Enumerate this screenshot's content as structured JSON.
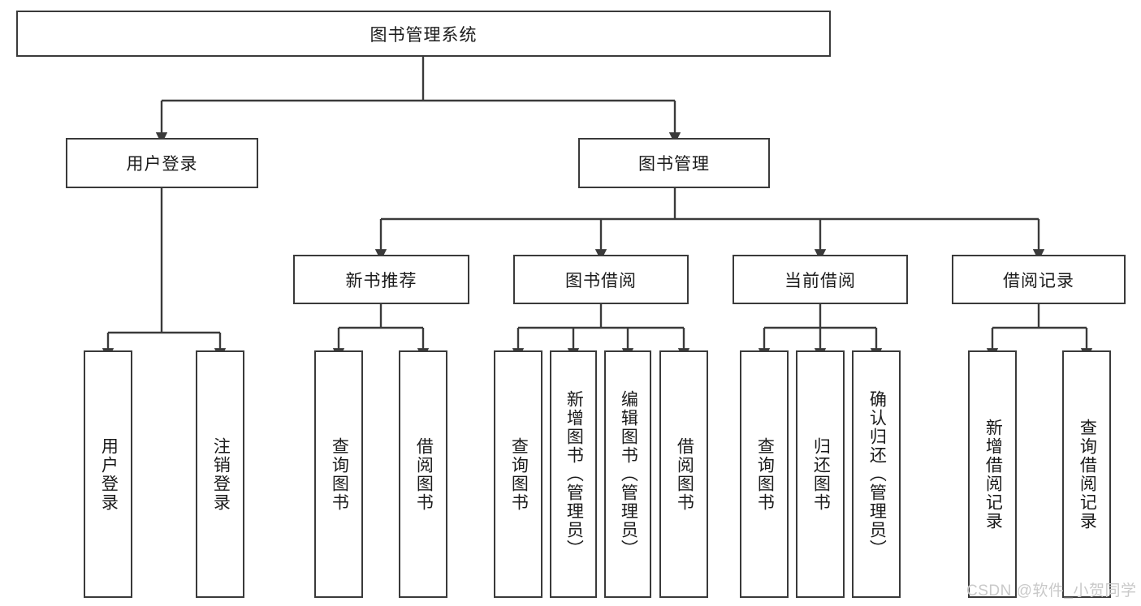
{
  "diagram": {
    "title_node": {
      "label": "图书管理系统"
    },
    "level2": [
      {
        "label": "用户登录"
      },
      {
        "label": "图书管理"
      }
    ],
    "level3": [
      {
        "label": "新书推荐"
      },
      {
        "label": "图书借阅"
      },
      {
        "label": "当前借阅"
      },
      {
        "label": "借阅记录"
      }
    ],
    "leaves": {
      "user_login": [
        {
          "label": "用户登录"
        },
        {
          "label": "注销登录"
        }
      ],
      "new_book_recommend": [
        {
          "label": "查询图书"
        },
        {
          "label": "借阅图书"
        }
      ],
      "book_borrow": [
        {
          "label": "查询图书"
        },
        {
          "label": "新增图书（管理员）"
        },
        {
          "label": "编辑图书（管理员）"
        },
        {
          "label": "借阅图书"
        }
      ],
      "current_borrow": [
        {
          "label": "查询图书"
        },
        {
          "label": "归还图书"
        },
        {
          "label": "确认归还（管理员）"
        }
      ],
      "borrow_record": [
        {
          "label": "新增借阅记录"
        },
        {
          "label": "查询借阅记录"
        }
      ]
    }
  },
  "watermark": {
    "text": "CSDN @软件_小贺同学"
  },
  "colors": {
    "stroke": "#3a3a3a",
    "text": "#1b1b1b",
    "background": "#ffffff",
    "watermark": "#c9c9c9"
  }
}
